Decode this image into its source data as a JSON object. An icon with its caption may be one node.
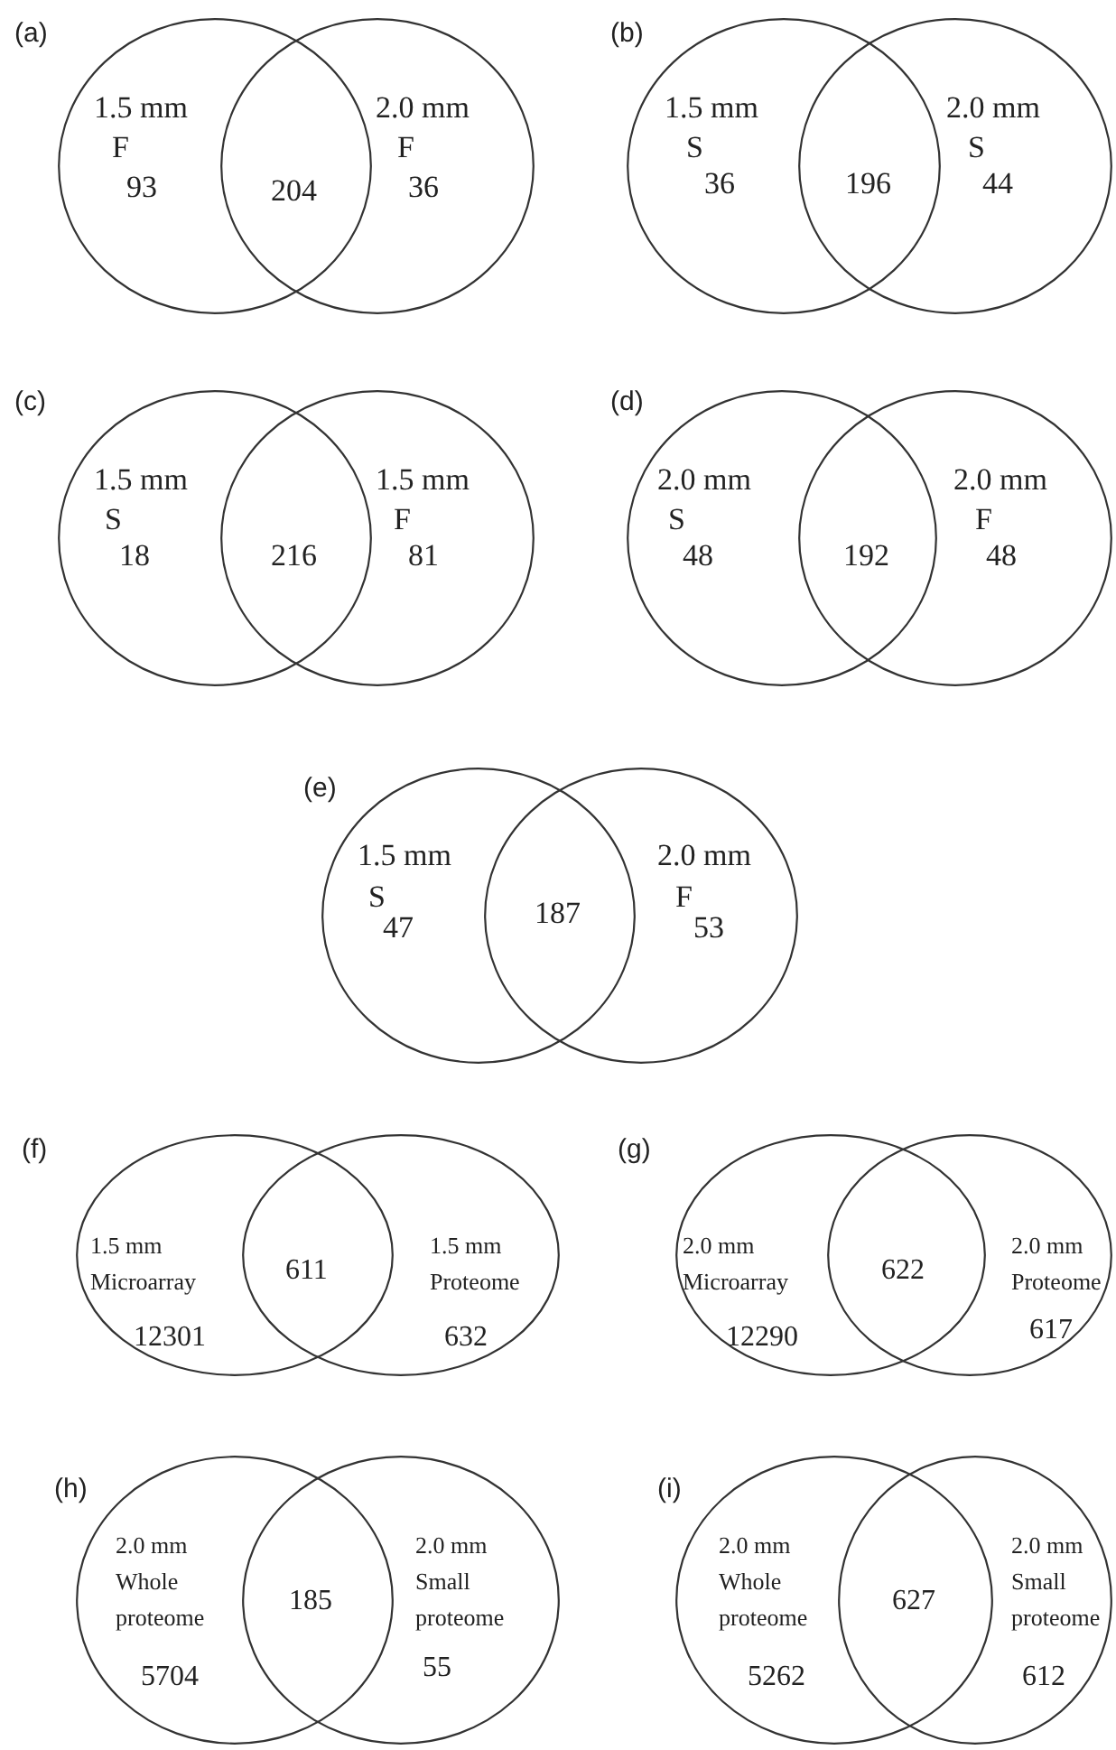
{
  "diagram": {
    "nodes": [
      {
        "text": [
          "1.5 mm",
          "F",
          "93"
        ]
      },
      {
        "text": [
          "2.0 mm",
          "F",
          "36"
        ]
      },
      {
        "text": [
          "1.5 mm",
          "S",
          "36"
        ]
      },
      {
        "text": [
          "2.0 mm",
          "S",
          "44"
        ]
      },
      {
        "text": [
          "1.5 mm",
          "S",
          "18"
        ]
      },
      {
        "text": [
          "1.5 mm",
          "F",
          "81"
        ]
      },
      {
        "text": [
          "2.0 mm",
          "S",
          "48"
        ]
      },
      {
        "text": [
          "2.0 mm",
          "F",
          "48"
        ]
      },
      {
        "text": [
          "1.5 mm",
          "S",
          "47"
        ]
      },
      {
        "text": [
          "2.0 mm",
          "F",
          "53"
        ]
      },
      {
        "text": [
          "1.5 mm Microarray",
          "12301"
        ]
      },
      {
        "text": [
          "1.5 mm Proteome",
          "632"
        ]
      },
      {
        "text": [
          "2.0 mm Microarray",
          "12290"
        ]
      },
      {
        "text": [
          "2.0 mm Proteome",
          "617"
        ]
      },
      {
        "text": [
          "2.0 mm Whole proteome",
          "5704"
        ]
      },
      {
        "text": [
          "2.0 mm Small proteome",
          "55"
        ]
      },
      {
        "text": [
          "2.0 mm Whole proteome",
          "5262"
        ]
      },
      {
        "text": [
          "2.0 mm Small proteome",
          "612"
        ]
      }
    ],
    "labels": [
      "(a)",
      "204",
      "(b)",
      "196",
      "(c)",
      "216",
      "(d)",
      "192",
      "(e)",
      "187",
      "(f)",
      "611",
      "(g)",
      "622",
      "(h)",
      "185",
      "(i)",
      "627"
    ]
  }
}
